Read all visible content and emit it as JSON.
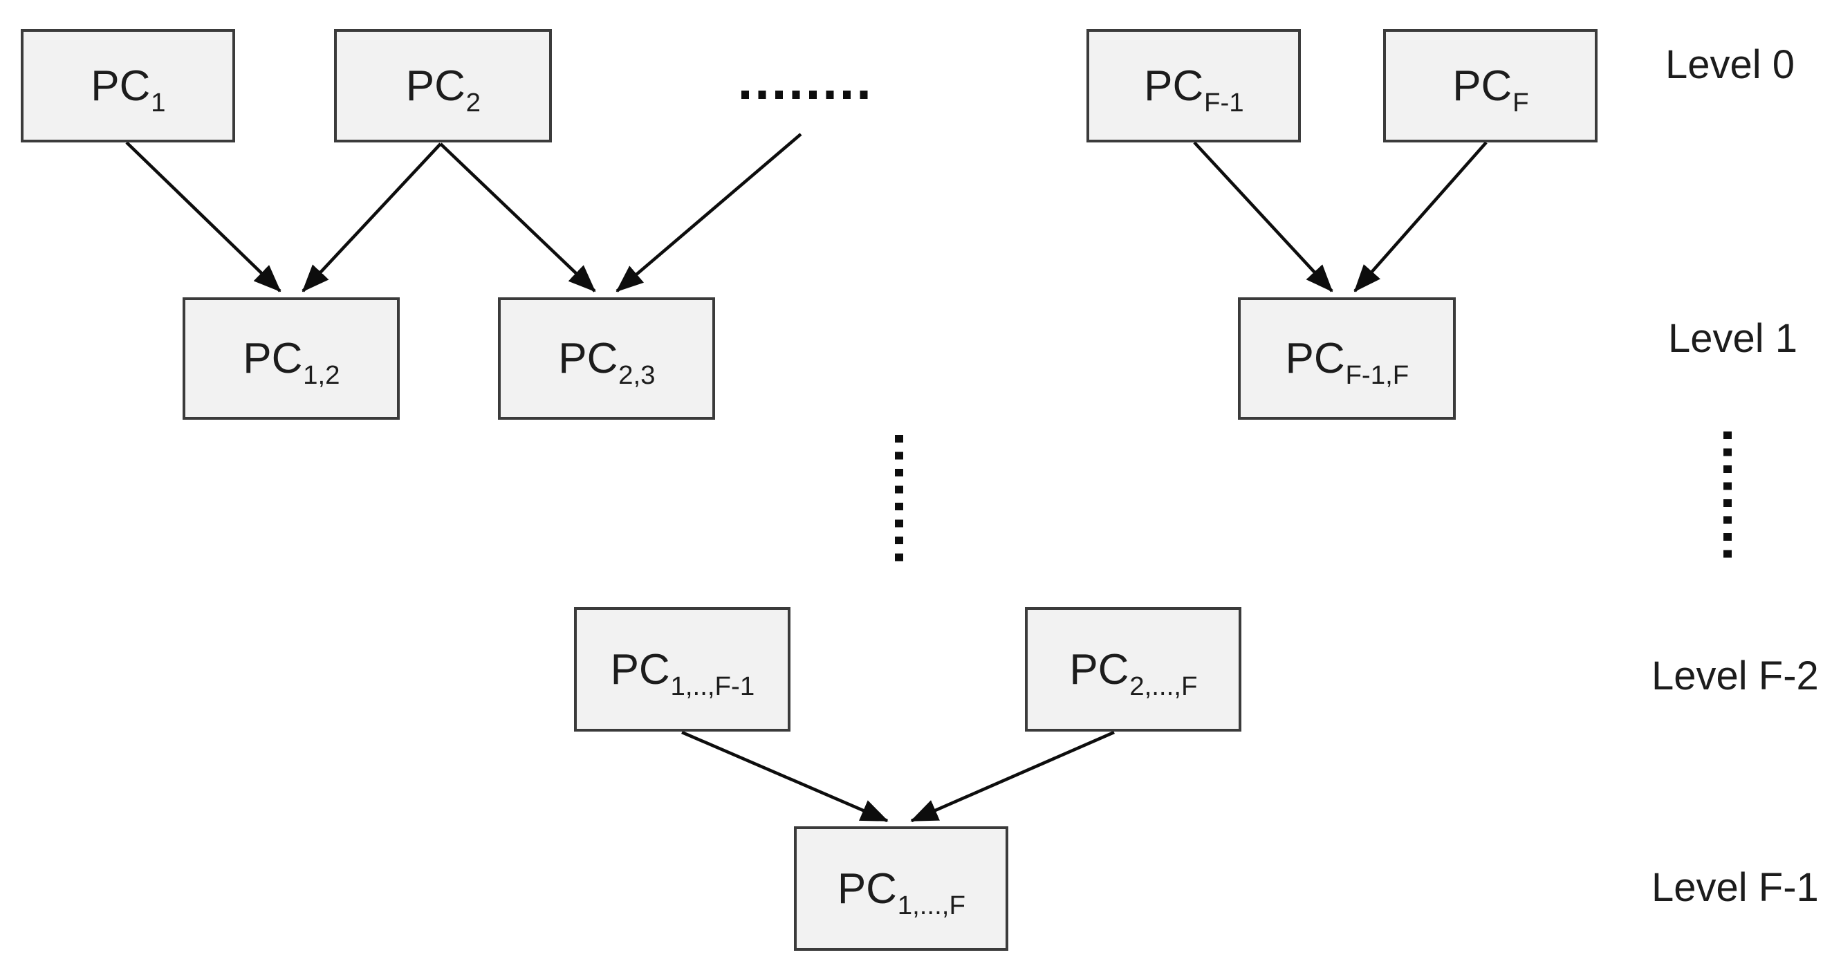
{
  "diagram": {
    "title": "pairwise-classifier-hierarchy",
    "nodes": [
      {
        "id": "pc-1",
        "level": "0",
        "base": "PC",
        "sub": "1"
      },
      {
        "id": "pc-2",
        "level": "0",
        "base": "PC",
        "sub": "2"
      },
      {
        "id": "pc-f-1",
        "level": "0",
        "base": "PC",
        "sub": "F-1"
      },
      {
        "id": "pc-f",
        "level": "0",
        "base": "PC",
        "sub": "F"
      },
      {
        "id": "pc-1-2",
        "level": "1",
        "base": "PC",
        "sub": "1,2"
      },
      {
        "id": "pc-2-3",
        "level": "1",
        "base": "PC",
        "sub": "2,3"
      },
      {
        "id": "pc-f-1-f",
        "level": "1",
        "base": "PC",
        "sub": "F-1,F"
      },
      {
        "id": "pc-1-to-f-1",
        "level": "F-2",
        "base": "PC",
        "sub": "1,..,F-1"
      },
      {
        "id": "pc-2-to-f",
        "level": "F-2",
        "base": "PC",
        "sub": "2,...,F"
      },
      {
        "id": "pc-1-to-f",
        "level": "F-1",
        "base": "PC",
        "sub": "1,...,F"
      }
    ],
    "level_labels": [
      "Level 0",
      "Level 1",
      "Level F-2",
      "Level F-1"
    ],
    "colors": {
      "node_fill": "#f2f2f2",
      "node_border": "#3b3b3b",
      "arrow": "#0d0d0d",
      "text": "#1c1c1c",
      "background": "#ffffff"
    }
  }
}
